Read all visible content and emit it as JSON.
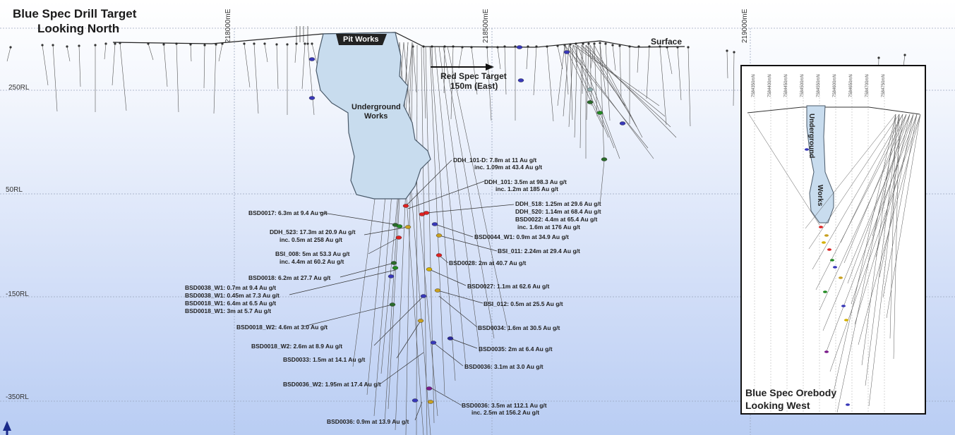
{
  "title": {
    "line1": "Blue Spec Drill Target",
    "line2": "Looking North"
  },
  "eastings": [
    "218000mE",
    "218500mE",
    "219000mE"
  ],
  "levels": [
    "250RL",
    "50RL",
    "-150RL",
    "-350RL"
  ],
  "features": {
    "surface": "Surface",
    "pit": "Pit Works",
    "underground_line1": "Underground",
    "underground_line2": "Works",
    "red_spec_line1": "Red Spec Target",
    "red_spec_line2": "150m (East)"
  },
  "intercepts": [
    "DDH_101-D: 7.8m at 11 Au g/t",
    "inc. 1.09m at 43.4 Au g/t",
    "DDH_101: 3.5m at 98.3 Au g/t",
    "inc. 1.2m at 185 Au g/t",
    "DDH_518: 1.25m at 29.6 Au g/t",
    "DDH_520: 1.14m at 68.4 Au g/t",
    "BSD0022: 4.4m at 65.4 Au g/t",
    "inc. 1.6m at 176 Au g/t",
    "BSD0017: 6.3m at 9.4 Au g/t",
    "DDH_523: 17.3m at 20.9 Au g/t",
    "inc. 0.5m at 258 Au g/t",
    "BSD0044_W1: 0.9m at 34.9 Au g/t",
    "BSI_011: 2.24m at 29.4 Au g/t",
    "BSI_008: 5m at 53.3 Au g/t",
    "inc. 4.4m at 60.2 Au g/t",
    "BSD0028: 2m at 40.7 Au g/t",
    "BSD0018: 6.2m at 27.7 Au g/t",
    "BSD0027: 1.1m at 62.6 Au g/t",
    "BSD0038_W1: 0.7m at 9.4 Au g/t",
    "BSD0038_W1: 0.45m at 7.3 Au g/t",
    "BSD0018_W1: 6.4m at 6.5 Au g/t",
    "BSD0018_W1: 3m at 5.7 Au g/t",
    "BSI_012: 0.5m at 25.5 Au g/t",
    "BSD0018_W2: 4.6m at 3.0 Au g/t",
    "BSD0034: 1.6m at 30.5 Au g/t",
    "BSD0018_W2: 2.6m at 8.9 Au g/t",
    "BSD0035: 2m at 6.4 Au g/t",
    "BSD0033: 1.5m at 14.1 Au g/t",
    "BSD0036: 3.1m at 3.0 Au g/t",
    "BSD0036_W2: 1.95m at 17.4 Au g/t",
    "BSD0036: 3.5m at 112.1 Au g/t",
    "inc. 2.5m at 156.2 Au g/t",
    "BSD0036: 0.9m at 13.9 Au g/t"
  ],
  "inset": {
    "title_line1": "Blue Spec Orebody",
    "title_line2": "Looking West",
    "underground": "Underground",
    "works": "Works",
    "northings": [
      "7584350mN",
      "7584400mN",
      "7584450mN",
      "7584500mN",
      "7584550mN",
      "7584600mN",
      "7584650mN",
      "7584700mN",
      "7584750mN"
    ]
  },
  "colors": {
    "underground_fill": "#c8dcee",
    "outline": "#4a5a6a",
    "hole": "#555555",
    "grid": "#9aa6bd"
  }
}
